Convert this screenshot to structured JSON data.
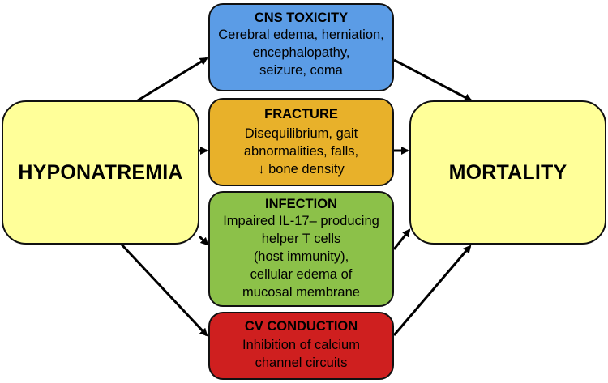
{
  "source": {
    "label": "HYPONATREMIA"
  },
  "outcome": {
    "label": "MORTALITY"
  },
  "mechanisms": [
    {
      "title": "CNS TOXICITY",
      "lines": [
        "Cerebral edema, herniation,",
        "encephalopathy,",
        "seizure, coma"
      ],
      "color": "#5b9ce6"
    },
    {
      "title": "FRACTURE",
      "lines": [
        "Disequilibrium, gait",
        "abnormalities, falls,",
        "↓ bone density"
      ],
      "color": "#e8b12a"
    },
    {
      "title": "INFECTION",
      "lines": [
        "Impaired IL-17– producing",
        "helper T cells",
        "(host immunity),",
        "cellular edema of",
        "mucosal membrane"
      ],
      "color": "#8cc149"
    },
    {
      "title": "CV CONDUCTION",
      "lines": [
        "Inhibition of calcium",
        "channel circuits"
      ],
      "color": "#cf1f1f"
    }
  ],
  "colors": {
    "terminal_fill": "#ffff99",
    "border": "#111111"
  }
}
